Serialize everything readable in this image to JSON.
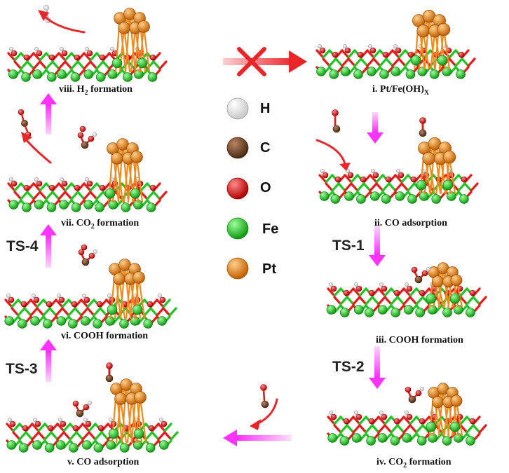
{
  "steps": {
    "s1": "i. Pt/Fe(OH)",
    "s1_sub": "X",
    "s2": "ii. CO adsorption",
    "s3": "iii. COOH formation",
    "s4": "iv. CO",
    "s4_sub": "2",
    "s4_tail": " formation",
    "s5": "v. CO adsorption",
    "s6": "vi. COOH formation",
    "s7": "vii. CO",
    "s7_sub": "2",
    "s7_tail": " formation",
    "s8": "viii. H",
    "s8_sub": "2",
    "s8_tail": " formation"
  },
  "transition_states": [
    "TS-1",
    "TS-2",
    "TS-3",
    "TS-4"
  ],
  "legend": [
    {
      "label": "H",
      "color": "#f2f2f2",
      "edge": "#9a9a9a"
    },
    {
      "label": "C",
      "color": "#7a4a2a",
      "edge": "#4a2a14"
    },
    {
      "label": "O",
      "color": "#e51c1c",
      "edge": "#9a0000"
    },
    {
      "label": "Fe",
      "color": "#2fd02f",
      "edge": "#118811"
    },
    {
      "label": "Pt",
      "color": "#f08a1a",
      "edge": "#a05000"
    }
  ],
  "colors": {
    "arrow_magenta": "#ff33ff",
    "arrow_red": "#e8262a",
    "bond_fe": "#22c322",
    "bond_o": "#e51c1c",
    "bond_pt": "#f08a1a"
  }
}
